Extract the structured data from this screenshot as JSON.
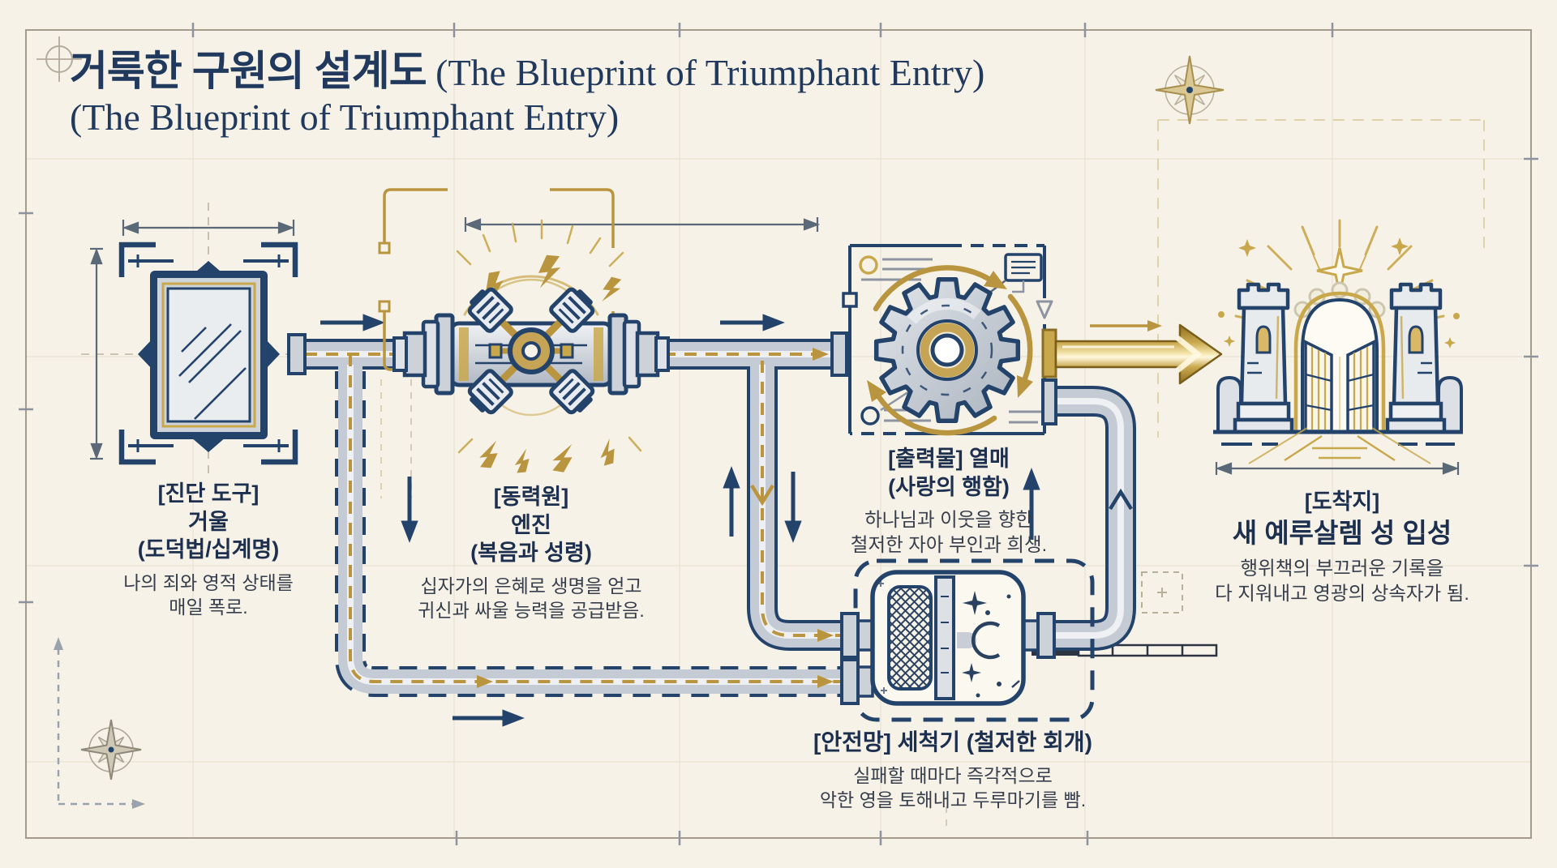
{
  "title": {
    "ko": "거룩한 구원의 설계도",
    "en": " (The Blueprint of Triumphant Entry)",
    "line2": "(The Blueprint of Triumphant Entry)"
  },
  "nodes": {
    "mirror": {
      "tag": "[진단 도구]",
      "name": "거울",
      "alias": "(도덕법/십계명)",
      "desc": "나의 죄와 영적 상태를\n매일 폭로."
    },
    "engine": {
      "tag": "[동력원]",
      "name": "엔진",
      "alias": "(복음과 성령)",
      "desc": "십자가의 은혜로 생명을 얻고\n귀신과 싸울 능력을 공급받음."
    },
    "fruit": {
      "tag": "[출력물] 열매",
      "alias": "(사랑의 행함)",
      "desc": "하나님과 이웃을 향한\n철저한 자아 부인과 희생."
    },
    "washer": {
      "tag": "[안전망] 세척기 (철저한 회개)",
      "desc": "실패할 때마다 즉각적으로\n악한 영을 토해내고 두루마기를 빰."
    },
    "castle": {
      "tag": "[도착지]",
      "name": "새 예루살렘 성 입성",
      "desc": "행위책의 부끄러운 기록을\n다 지워내고 영광의 상속자가 됨."
    }
  },
  "icons": {
    "mirror": "ornate-mirror-icon",
    "engine": "radial-engine-icon",
    "gear": "gear-icon",
    "washer": "filter-washer-icon",
    "castle": "open-gate-castle-icon",
    "compass": "compass-rose-icon",
    "crosshair": "registration-crosshair-icon",
    "ruler": "scale-bar-icon"
  },
  "colors": {
    "background": "#f6f2e7",
    "navy": "#24436b",
    "title_navy": "#20395d",
    "gold": "#c9a84c",
    "dark_gold": "#b9953f",
    "pipe_gray": "#c5cbd4",
    "annotation_gray": "#8d94a0"
  }
}
